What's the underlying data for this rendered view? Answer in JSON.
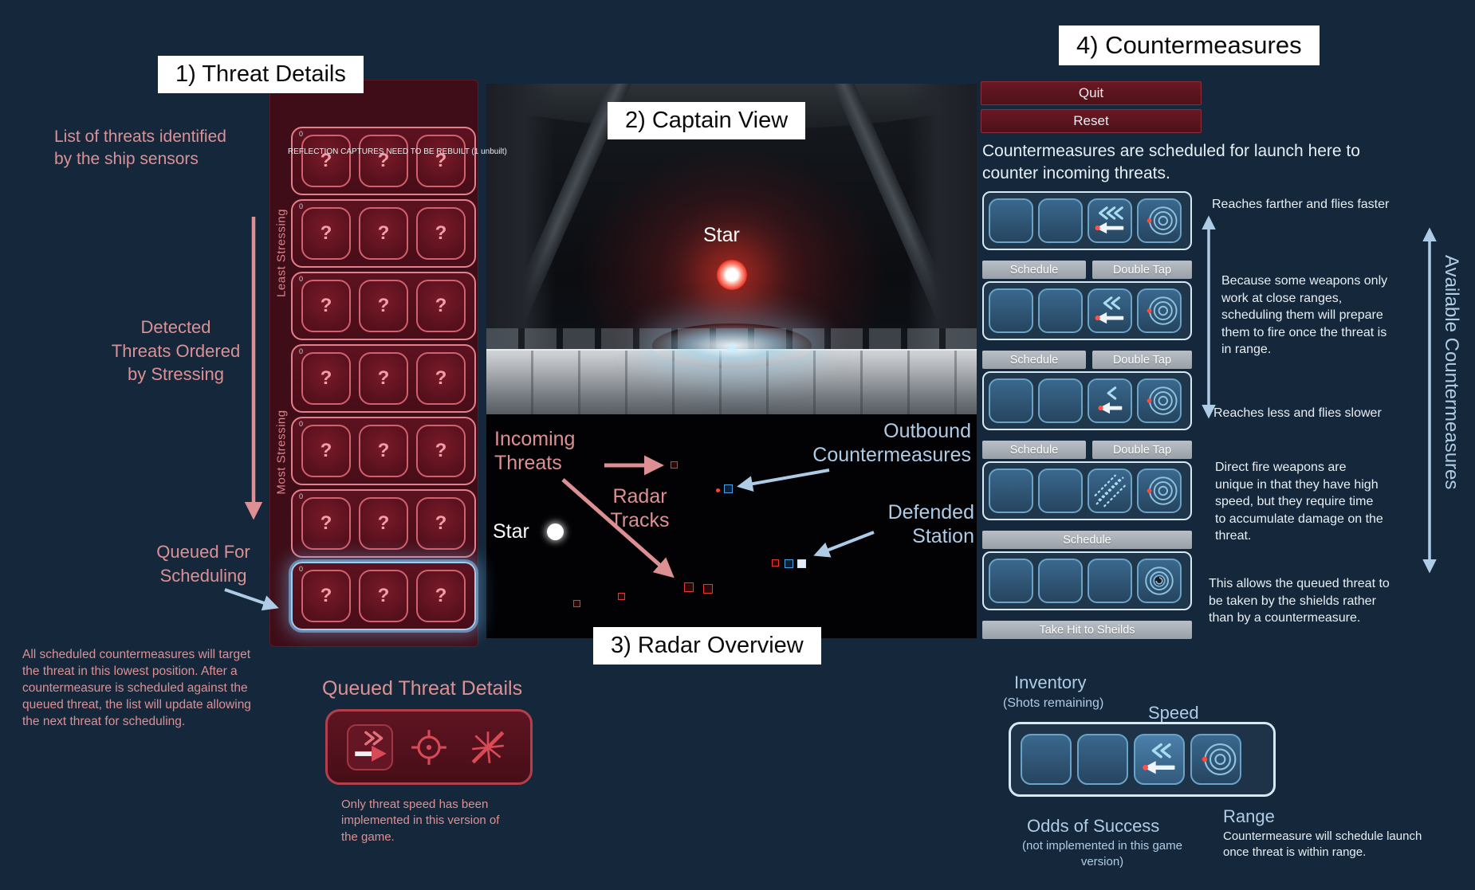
{
  "colors": {
    "background": "#15283b",
    "annotation_pink": "#dd9094",
    "annotation_blue": "#aecce6",
    "annotation_white": "#e7eef5",
    "threat_panel_red": "#3f0d17",
    "threat_border_pink": "#e2808c",
    "slot_blue_border": "#69a4c8",
    "queued_highlight_blue": "#9ecdf0",
    "radar_threat_red": "#e23a30",
    "radar_countermeasure_blue": "#4aa0e0"
  },
  "section_labels": {
    "threat_details": "1) Threat Details",
    "captain_view": "2) Captain View",
    "radar_overview": "3) Radar Overview",
    "countermeasures": "4) Countermeasures"
  },
  "left_annotations": {
    "sensors": "List of threats identified by the ship sensors",
    "ordered": "Detected Threats Ordered by Stressing",
    "queued": "Queued For Scheduling",
    "scheduled": "All scheduled countermeasures will target the threat in this lowest position. After a countermeasure is scheduled against the queued threat, the list will update allowing the next threat for scheduling."
  },
  "threat_panel": {
    "warning": "REFLECTION CAPTURES NEED TO BE REBUILT (1 unbuilt)",
    "least_stressing": "Least Stressing",
    "most_stressing": "Most Stressing",
    "row_counter": "0",
    "placeholder": "?",
    "row_count": 7
  },
  "captain_view": {
    "star_label": "Star"
  },
  "radar": {
    "incoming_threats": "Incoming Threats",
    "radar_tracks": "Radar Tracks",
    "star_label": "Star",
    "outbound_countermeasures": "Outbound Countermeasures",
    "defended_station": "Defended Station"
  },
  "countermeasure_panel": {
    "quit": "Quit",
    "reset": "Reset",
    "intro": "Countermeasures are scheduled for launch here to counter incoming threats.",
    "schedule": "Schedule",
    "double_tap": "Double Tap",
    "take_hit": "Take Hit to Sheilds",
    "icons": {
      "speed_fast": "triple-chevron-left-arrow",
      "speed_medium": "double-chevron-left-arrow",
      "speed_slow": "single-chevron-left-arrow",
      "direct_fire": "flak-scatter",
      "shield": "vortex-rings",
      "range": "concentric-range-rings"
    }
  },
  "right_annotations": {
    "farther": "Reaches farther and flies faster",
    "close_range": "Because some weapons only work at close ranges, scheduling them will prepare them to fire once the threat is in range.",
    "less": "Reaches less and flies slower",
    "direct_fire": "Direct fire weapons are unique in that they have high speed, but they require time to accumulate damage on the threat.",
    "shields": "This allows the queued threat to be taken by the shields rather than by a countermeasure.",
    "available": "Available Countermeasures"
  },
  "queued_threat_details": {
    "title": "Queued Threat Details",
    "note": "Only threat speed has been implemented in this version of the game.",
    "icons": {
      "speed": "double-chevron-right-red-arrow",
      "target": "crosshair",
      "odds": "crossed-out-burst"
    }
  },
  "inventory": {
    "title": "Inventory",
    "subtitle": "(Shots remaining)",
    "speed_label": "Speed",
    "odds_label": "Odds of Success",
    "odds_note": "(not implemented in this game version)",
    "range_label": "Range",
    "range_note": "Countermeasure will schedule launch once threat is within range."
  }
}
